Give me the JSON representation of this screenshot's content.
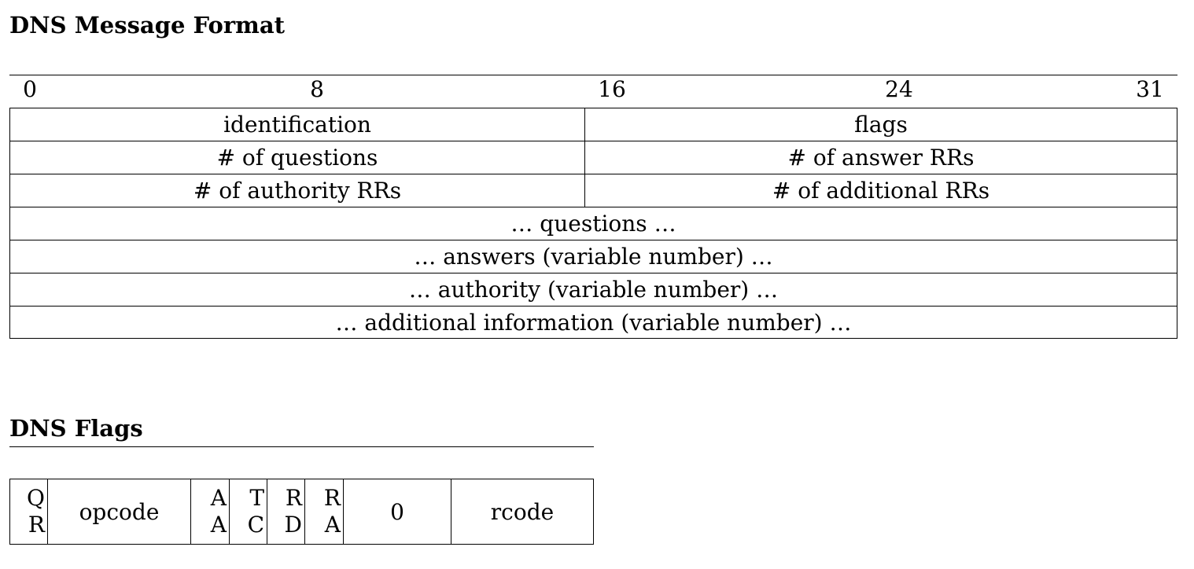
{
  "format": {
    "title": "DNS Message Format",
    "bit_labels": [
      "0",
      "8",
      "16",
      "24",
      "31"
    ],
    "rows": [
      [
        "identification",
        "flags"
      ],
      [
        "# of questions",
        "# of answer RRs"
      ],
      [
        "# of authority RRs",
        "# of additional RRs"
      ],
      [
        "… questions …"
      ],
      [
        "… answers (variable number) …"
      ],
      [
        "… authority (variable number) …"
      ],
      [
        "… additional information (variable number) …"
      ]
    ]
  },
  "flags": {
    "title": "DNS Flags",
    "fields": [
      {
        "top": "Q",
        "bottom": "R"
      },
      {
        "label": "opcode"
      },
      {
        "top": "A",
        "bottom": "A"
      },
      {
        "top": "T",
        "bottom": "C"
      },
      {
        "top": "R",
        "bottom": "D"
      },
      {
        "top": "R",
        "bottom": "A"
      },
      {
        "label": "0"
      },
      {
        "label": "rcode"
      }
    ]
  }
}
